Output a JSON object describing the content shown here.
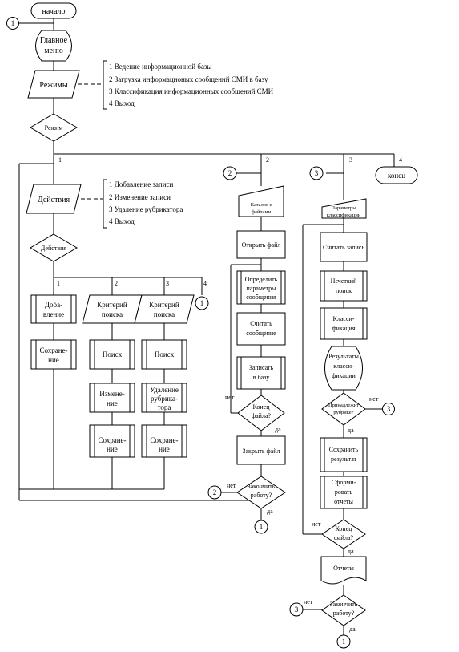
{
  "start": {
    "label": "начало"
  },
  "main_menu": [
    "Главное",
    "меню"
  ],
  "modes": {
    "label": "Режимы",
    "items": [
      "1 Ведение информационной базы",
      "2 Загрузка информационых сообщений СМИ в базу",
      "3 Классификация информационных сообщений СМИ",
      "4 Выход"
    ]
  },
  "mode_decision": {
    "label": "Режим"
  },
  "branches": [
    "1",
    "2",
    "3",
    "4"
  ],
  "end": {
    "label": "конец"
  },
  "actions": {
    "label": "Действия",
    "items": [
      "1 Добавление записи",
      "2 Изменение записи",
      "3 Удаление рубрикатора",
      "4 Выход"
    ],
    "decision": "Действия"
  },
  "action_branches": [
    "1",
    "2",
    "3",
    "4"
  ],
  "col1": {
    "add": [
      "Доба-",
      "вление"
    ],
    "save": [
      "Сохране-",
      "ние"
    ]
  },
  "col2": {
    "criterion": [
      "Критерий",
      "поиска"
    ],
    "search": "Поиск",
    "edit": [
      "Измене-",
      "ние"
    ],
    "save": [
      "Сохране-",
      "ние"
    ]
  },
  "col3": {
    "criterion": [
      "Критерий",
      "поиска"
    ],
    "search": "Поиск",
    "delete": [
      "Удаление",
      "рубрика-",
      "тора"
    ],
    "save": [
      "Сохране-",
      "ние"
    ]
  },
  "connectors": {
    "c1": "1",
    "c2": "2",
    "c3": "3"
  },
  "yes": "да",
  "no": "нет",
  "load": {
    "catalog": [
      "Каталог с",
      "файлами"
    ],
    "open": "Открыть файл",
    "params": [
      "Определить",
      "параметры",
      "сообщения"
    ],
    "read": [
      "Считать",
      "сообщение"
    ],
    "write": [
      "Записать",
      "в базу"
    ],
    "eof": [
      "Конец",
      "файла?"
    ],
    "close": "Закрыть файл",
    "finish": [
      "Закончить",
      "работу?"
    ]
  },
  "classify": {
    "params": [
      "Параметры",
      "классификации"
    ],
    "read": "Считать запись",
    "fuzzy": [
      "Нечеткий",
      "поиск"
    ],
    "classif": [
      "Класси-",
      "фикация"
    ],
    "results": [
      "Результаты",
      "класси-",
      "фикации"
    ],
    "belongs": [
      "Принадлежит",
      "рубрике?"
    ],
    "save": [
      "Сохранить",
      "результат"
    ],
    "form": [
      "Сформи-",
      "ровать",
      "отчеты"
    ],
    "eof": [
      "Конец",
      "файла?"
    ],
    "reports": "Отчеты",
    "finish": [
      "Закончить",
      "работу?"
    ]
  }
}
